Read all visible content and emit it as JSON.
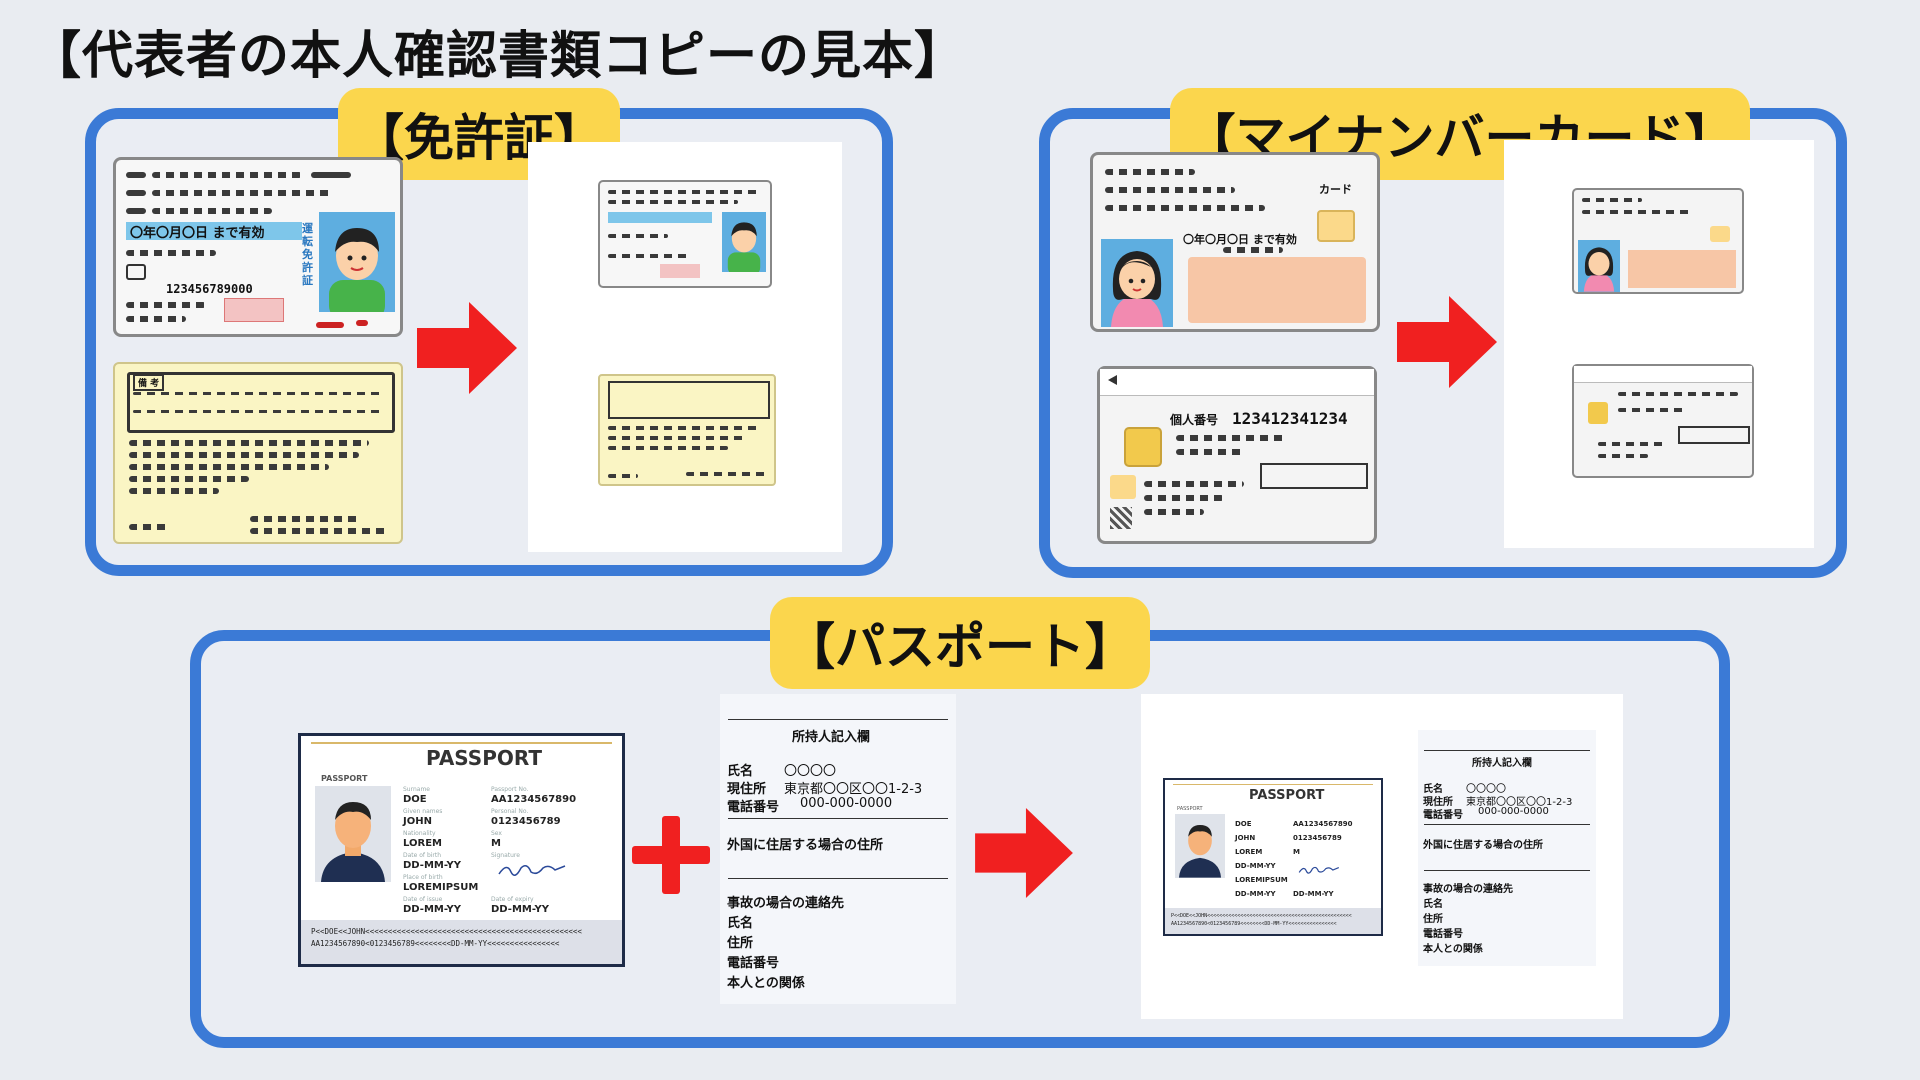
{
  "title": "【代表者の本人確認書類コピーの見本】",
  "sections": {
    "license": {
      "tag": "【免許証】",
      "expiry": "〇年〇月〇日 まで有効",
      "number": "123456789000",
      "kind_label": "運転免許証",
      "back_label": "備 考"
    },
    "mynumber": {
      "tag": "【マイナンバーカード】",
      "card_label": "カード",
      "expiry": "〇年〇月〇日 まで有効",
      "number_label": "個人番号",
      "number": "123412341234"
    },
    "passport": {
      "tag": "【パスポート】",
      "doc": {
        "title": "PASSPORT",
        "small": "PASSPORT",
        "surname": "DOE",
        "given": "JOHN",
        "nationality": "LOREM",
        "dob": "DD-MM-YY",
        "place": "LOREMIPSUM",
        "issue": "DD-MM-YY",
        "passport_no": "AA1234567890",
        "personal_no": "0123456789",
        "sex": "M",
        "expiry": "DD-MM-YY",
        "mrz1": "P<<DOE<<JOHN<<<<<<<<<<<<<<<<<<<<<<<<<<<<<<<<<<<<<<<<<<<<<<<<",
        "mrz2": "AA1234567890<0123456789<<<<<<<<DD-MM-YY<<<<<<<<<<<<<<<<"
      },
      "form": {
        "heading": "所持人記入欄",
        "name_label": "氏名",
        "name_value": "〇〇〇〇",
        "address_label": "現住所",
        "address_value": "東京都〇〇区〇〇1-2-3",
        "phone_label": "電話番号",
        "phone_value": "000-000-0000",
        "foreign": "外国に住居する場合の住所",
        "emergency": "事故の場合の連絡先",
        "e_name": "氏名",
        "e_address": "住所",
        "e_phone": "電話番号",
        "e_relation": "本人との関係"
      }
    }
  },
  "colors": {
    "panel_border": "#3b7ad6",
    "tag_fill": "#fbd64d",
    "arrow": "#f02020",
    "background": "#e9ecf1"
  }
}
